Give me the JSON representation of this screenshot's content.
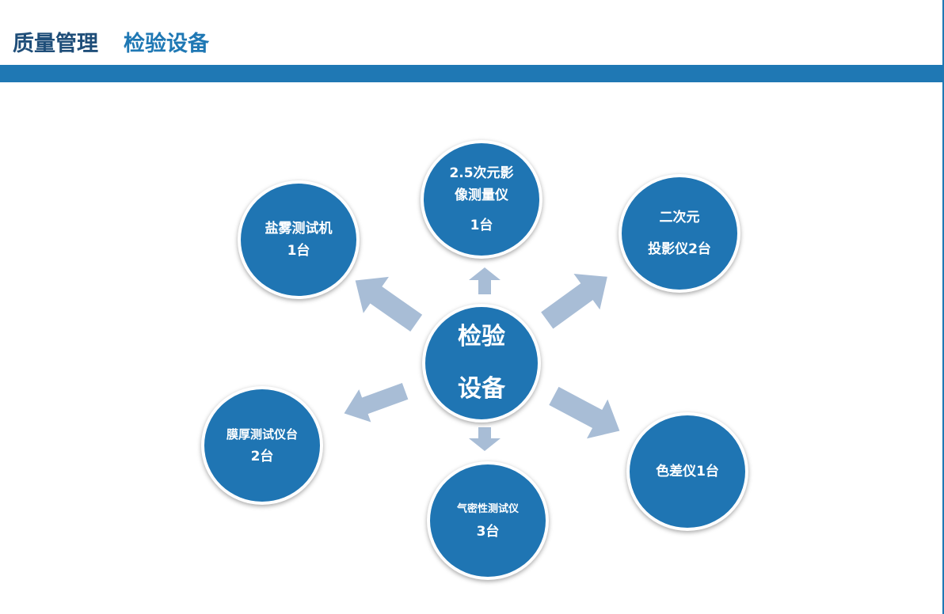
{
  "header": {
    "title": "质量管理",
    "subtitle": "检验设备"
  },
  "center": {
    "line1": "检验",
    "line2": "设备"
  },
  "nodes": {
    "salt_spray": {
      "line1": "盐雾测试机",
      "line2": "1台"
    },
    "image_measure": {
      "line1": "2.5次元影",
      "line2": "像测量仪",
      "line3": "1台"
    },
    "projector": {
      "line1": "二次元",
      "line2": "投影仪2台"
    },
    "film_thickness": {
      "line1": "膜厚测试仪台",
      "line2": "2台"
    },
    "air_tightness": {
      "line1": "气密性测试仪",
      "line2": "3台"
    },
    "colorimeter": {
      "line1": "色差仪1台"
    }
  },
  "colors": {
    "circle_fill": "#1f75b3",
    "header_bar": "#1f78b4",
    "title_dark": "#1f4e79",
    "arrow_fill": "#a8bdd6"
  }
}
